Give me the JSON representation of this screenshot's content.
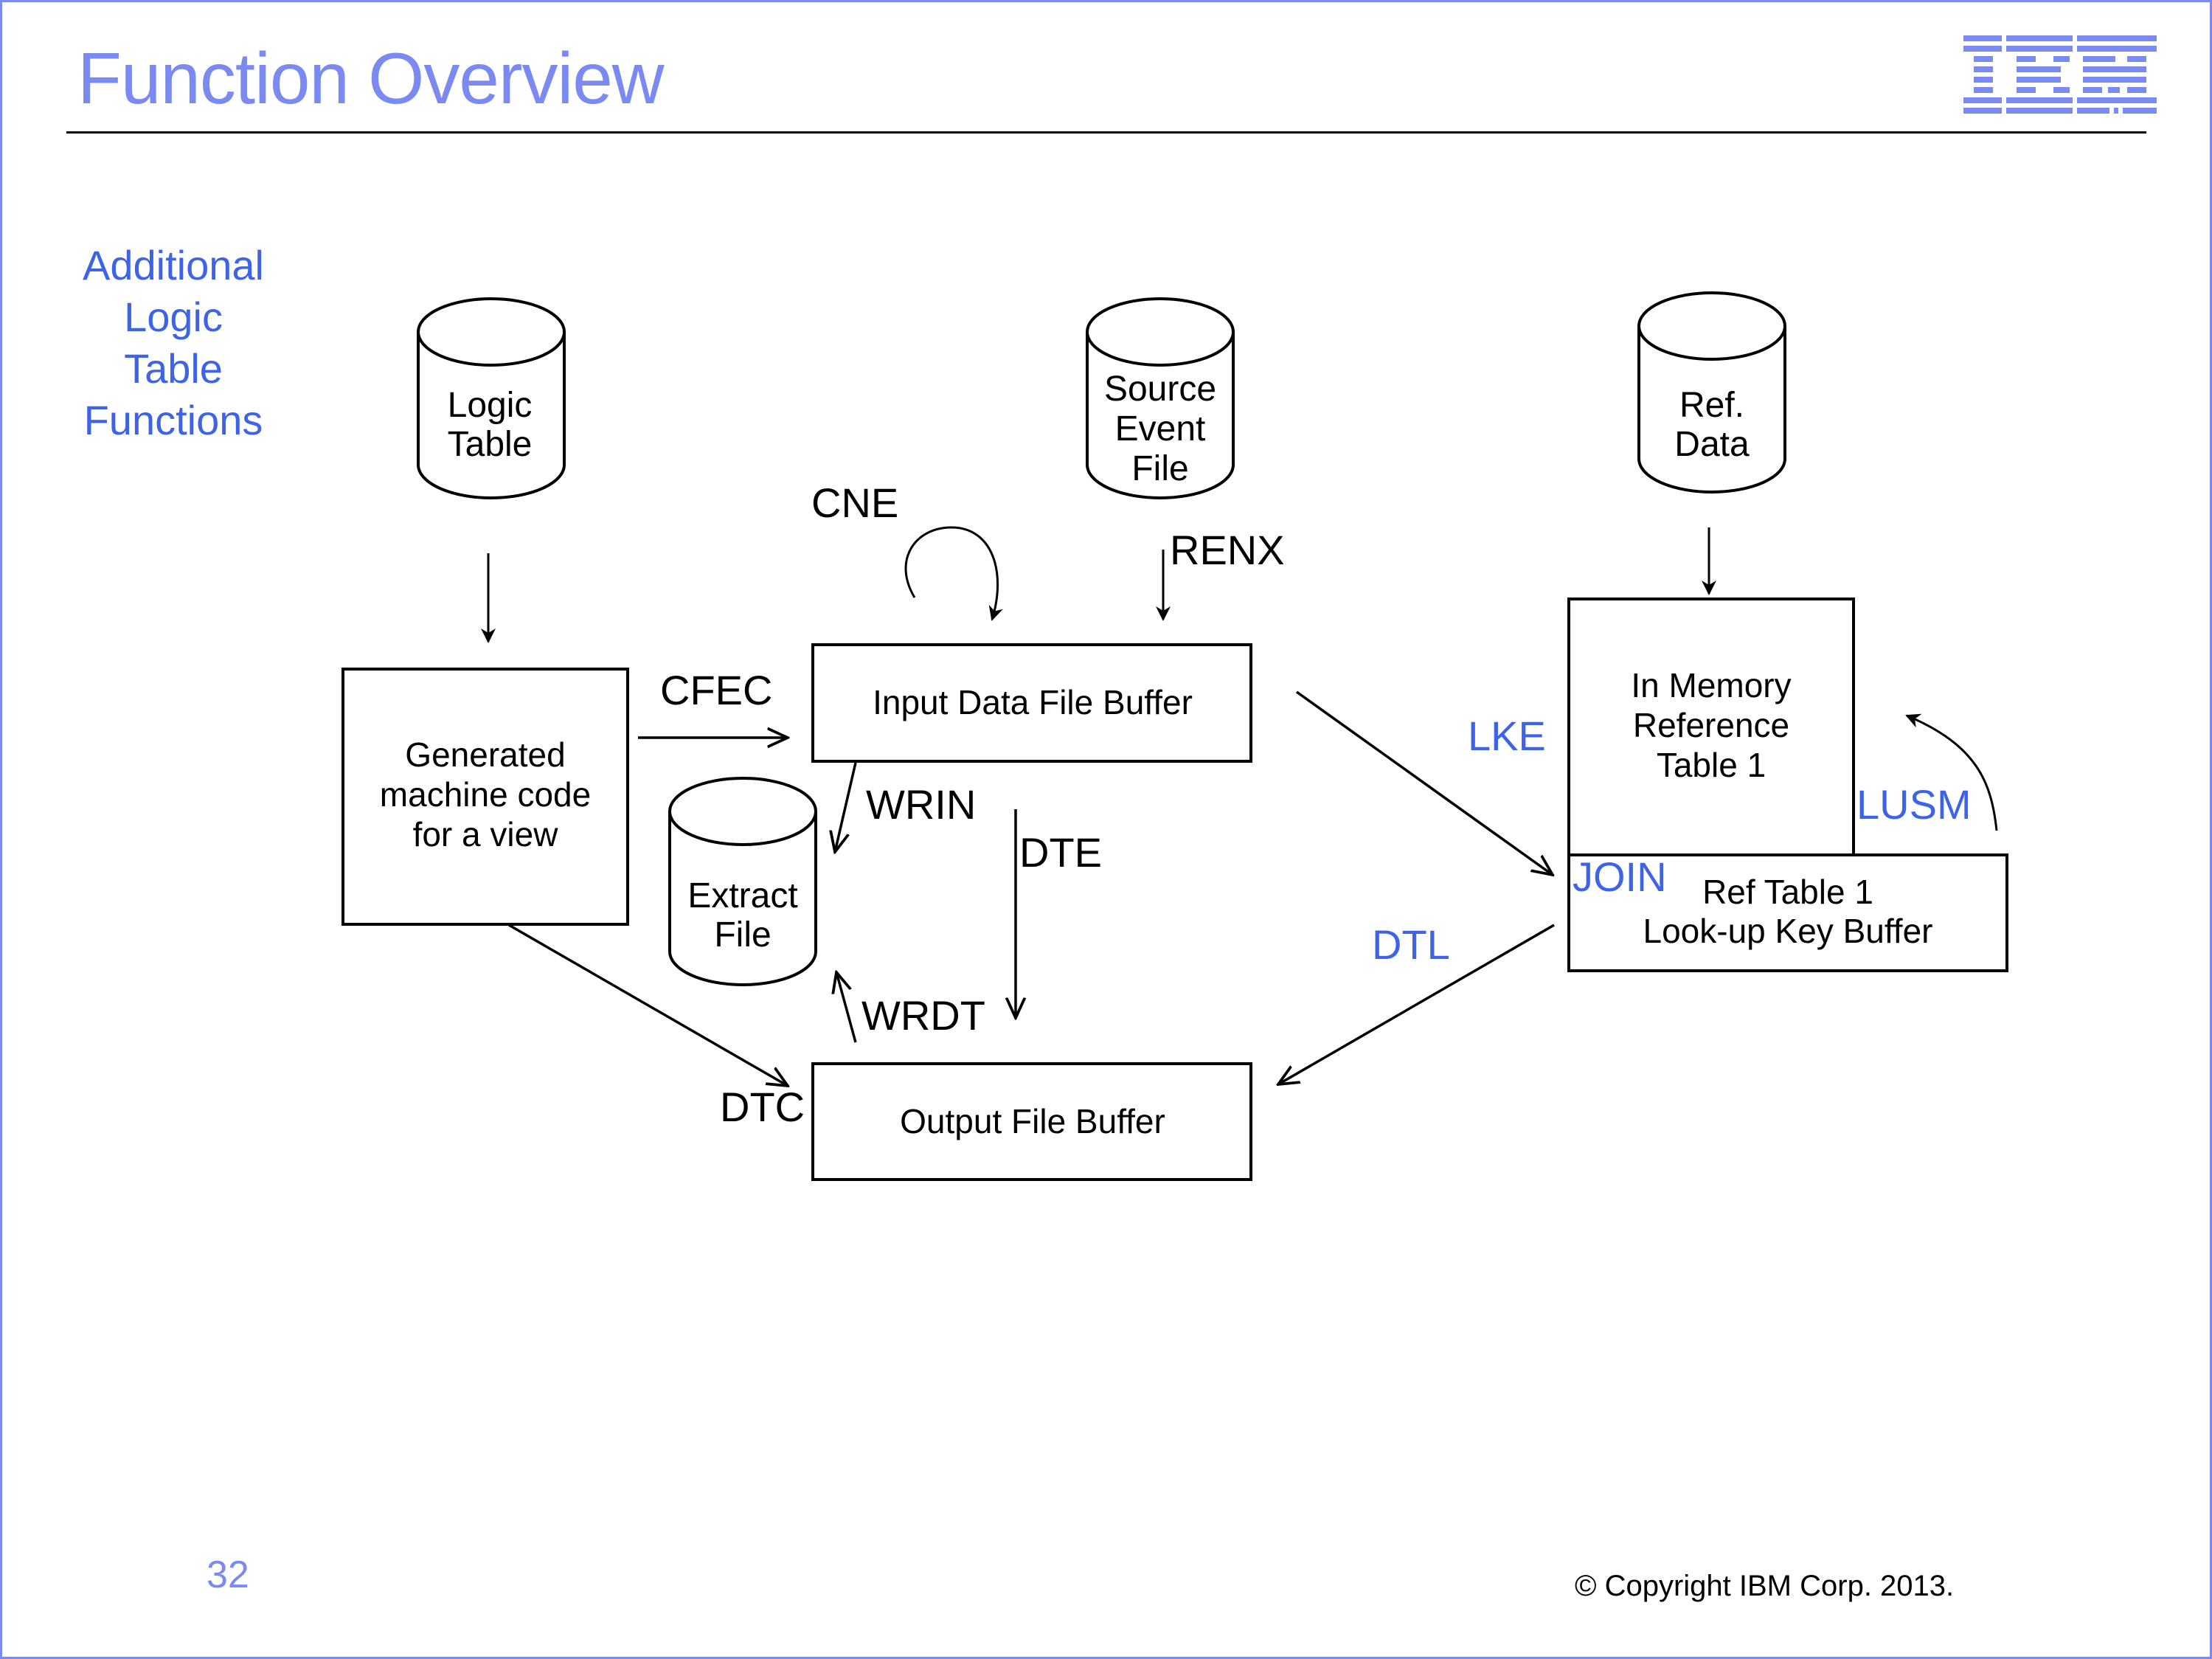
{
  "slide": {
    "title": "Function Overview",
    "logo": "IBM",
    "page_number": "32",
    "copyright": "© Copyright IBM Corp. 2013.",
    "accent_color": "#7b8af0",
    "highlight_color": "#3d63e8"
  },
  "side_note": {
    "lines": [
      "Additional",
      "Logic",
      "Table",
      "Functions"
    ]
  },
  "stores": {
    "logic_table": [
      "Logic",
      "Table"
    ],
    "source_event_file": [
      "Source",
      "Event",
      "File"
    ],
    "ref_data": [
      "Ref.",
      "Data"
    ],
    "extract_file": [
      "Extract",
      "File"
    ]
  },
  "boxes": {
    "generated_code": [
      "Generated",
      "machine code",
      "for a view"
    ],
    "input_buffer": "Input Data File Buffer",
    "output_buffer": "Output File Buffer",
    "in_memory_ref": [
      "In Memory",
      "Reference",
      "Table 1"
    ],
    "lookup_key_buffer": [
      "Ref Table 1",
      "Look-up Key Buffer"
    ]
  },
  "functions": {
    "cne": "CNE",
    "renx": "RENX",
    "cfec": "CFEC",
    "wrin": "WRIN",
    "dte": "DTE",
    "wrdt": "WRDT",
    "dtc": "DTC",
    "lke": "LKE",
    "lusm": "LUSM",
    "join": "JOIN",
    "dtl": "DTL"
  }
}
